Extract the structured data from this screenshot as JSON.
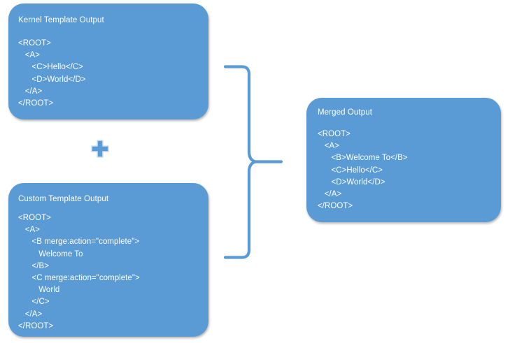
{
  "diagram": {
    "type": "merge-flow",
    "background_color": "#ffffff",
    "accent_color": "#5b9bd5",
    "connector_color": "#5b9bd5",
    "text_color": "#ffffff"
  },
  "boxes": {
    "kernel": {
      "title": "Kernel Template Output",
      "code": "<ROOT>\n   <A>\n      <C>Hello</C>\n      <D>World</D>\n   </A>\n</ROOT>"
    },
    "custom": {
      "title": "Custom Template Output",
      "code": "<ROOT>\n   <A>\n      <B merge:action=\"complete\">\n         Welcome To\n      </B>\n      <C merge:action=\"complete\">\n         World\n      </C>\n   </A>\n</ROOT>"
    },
    "merged": {
      "title": "Merged Output",
      "code": "<ROOT>\n   <A>\n      <B>Welcome To</B>\n      <C>Hello</C>\n      <D>World</D>\n   </A>\n</ROOT>"
    }
  },
  "connectors": {
    "plus": {
      "symbol": "+",
      "fill": "#5b9bd5",
      "stroke": "#c9dcef"
    },
    "brace": {
      "symbol": "}",
      "stroke": "#5b9bd5"
    }
  }
}
